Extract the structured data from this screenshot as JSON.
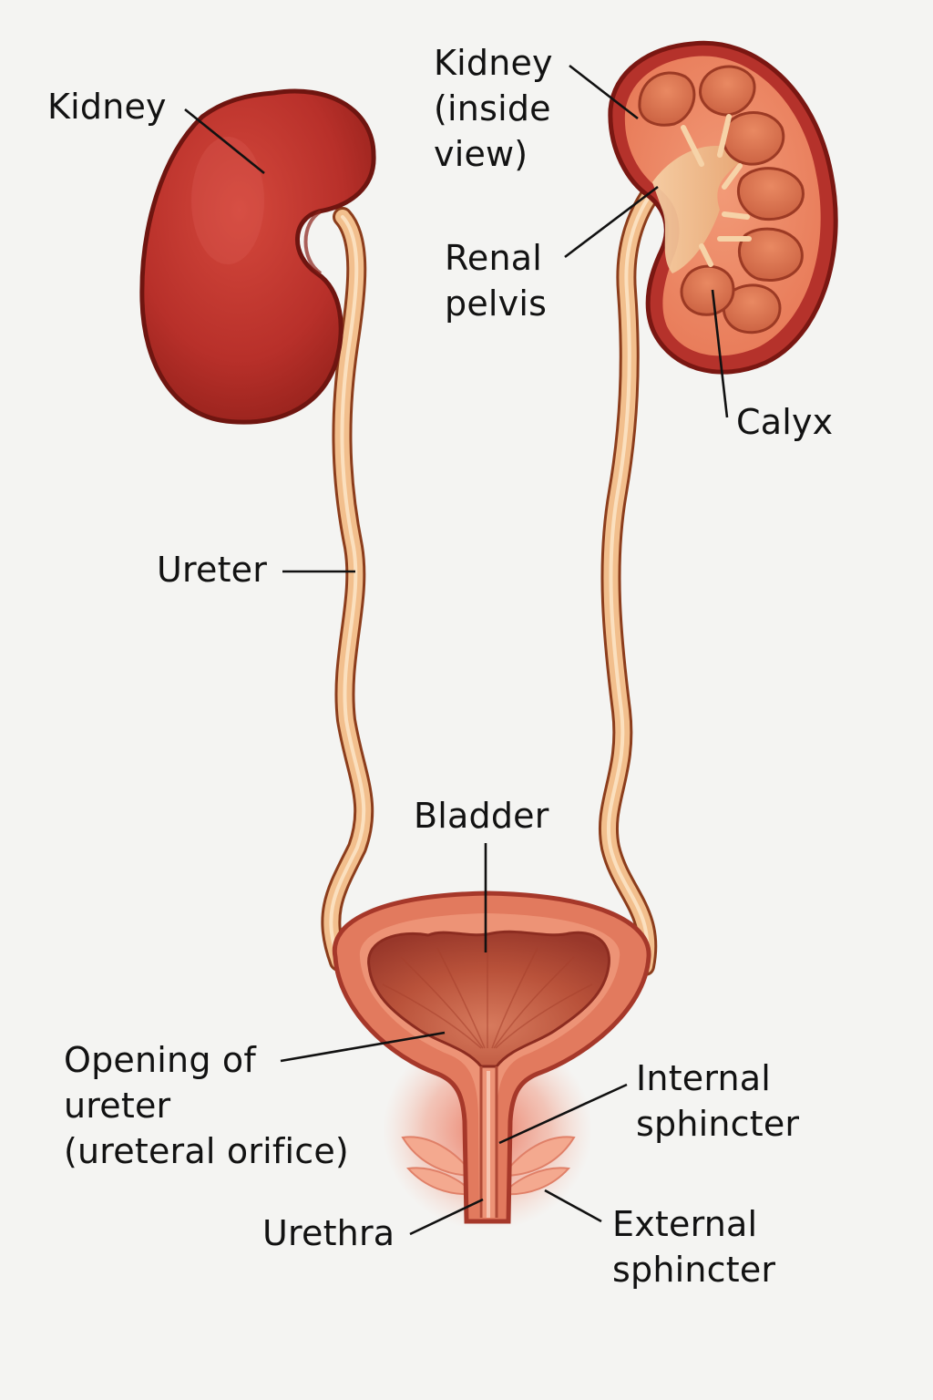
{
  "labels": {
    "kidney": "Kidney",
    "kidney_inside": "Kidney\n(inside\nview)",
    "renal_pelvis": "Renal\npelvis",
    "calyx": "Calyx",
    "ureter": "Ureter",
    "bladder": "Bladder",
    "opening_of_ureter": "Opening of\nureter\n(ureteral orifice)",
    "internal_sphincter": "Internal\nsphincter",
    "urethra": "Urethra",
    "external_sphincter": "External\nsphincter"
  },
  "colors": {
    "background": "#f4f4f2",
    "kidney": "#b8302a",
    "kidney_outline": "#7a1712",
    "kidney_section": "#ec8a68",
    "ureter": "#f2c08e",
    "bladder_wall": "#e27a5e",
    "bladder_lumen": "#b95037",
    "leader_line": "#111111"
  }
}
